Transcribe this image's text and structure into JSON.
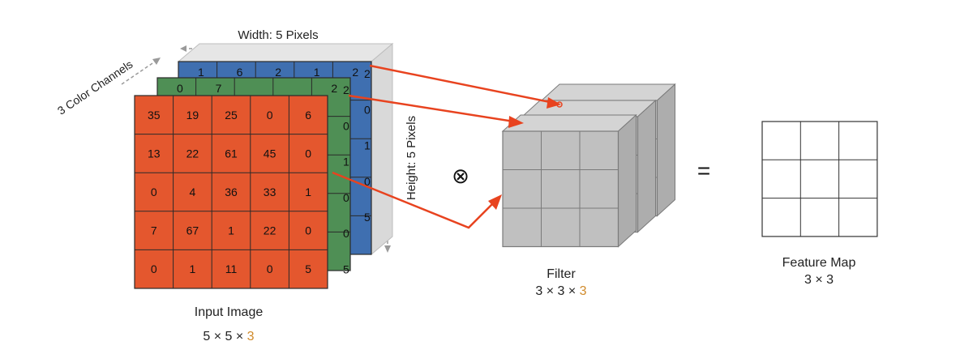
{
  "labels": {
    "width": "Width: 5 Pixels",
    "height": "Height: 5 Pixels",
    "channels": "3 Color Channels",
    "input_title": "Input Image",
    "input_dims": "5 × 5 × ",
    "input_dims_accent": "3",
    "filter_title": "Filter",
    "filter_dims": "3 × 3 × ",
    "filter_dims_accent": "3",
    "feature_title": "Feature Map",
    "feature_dims": "3 × 3",
    "conv_op": "⊗",
    "equals": "="
  },
  "input": {
    "red": [
      [
        "35",
        "19",
        "25",
        "0",
        "6"
      ],
      [
        "13",
        "22",
        "61",
        "45",
        "0"
      ],
      [
        "0",
        "4",
        "36",
        "33",
        "1"
      ],
      [
        "7",
        "67",
        "1",
        "22",
        "0"
      ],
      [
        "0",
        "1",
        "11",
        "0",
        "5"
      ]
    ],
    "green_right_col": [
      "2",
      "0",
      "1",
      "0",
      "0",
      "5"
    ],
    "green_top_row": [
      "0",
      "7",
      "",
      "",
      "2"
    ],
    "blue_right_col": [
      "2",
      "0",
      "1",
      "0",
      "5"
    ],
    "blue_top_row": [
      "1",
      "6",
      "2",
      "1",
      "2"
    ]
  },
  "colors": {
    "red": "#e4572e",
    "green": "#4f8f55",
    "blue": "#3f6fb0",
    "grid_line": "#2a2a2a",
    "filter_fill": "#c0c0c0",
    "filter_line": "#7a7a7a",
    "arrow": "#e8431f",
    "accent": "#d08a2a"
  }
}
